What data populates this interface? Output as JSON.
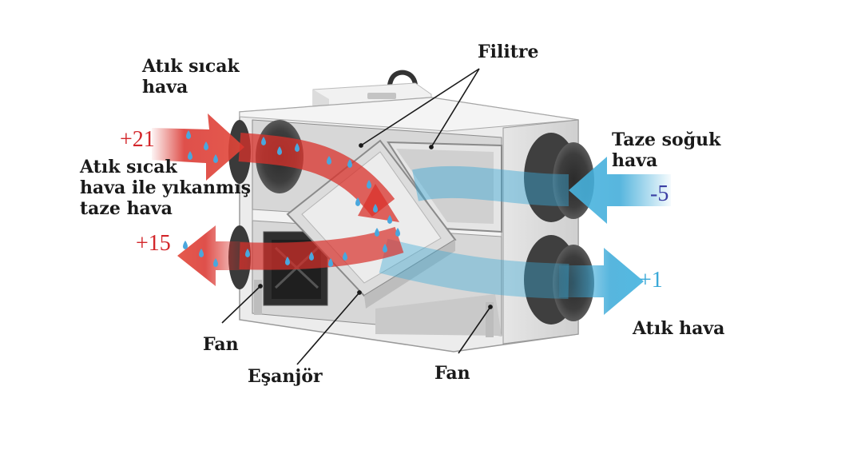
{
  "labels": {
    "waste_warm_air": [
      "Atık  sıcak",
      "hava"
    ],
    "washed_fresh_air": [
      "Atık sıcak",
      "hava ile yıkanmış",
      "taze hava"
    ],
    "filter": "Filitre",
    "fresh_cold_air": [
      "Taze soğuk",
      "hava"
    ],
    "exhaust_air": "Atık hava",
    "fan_left": "Fan",
    "exchanger": "Eşanjör",
    "fan_right": "Fan"
  },
  "temperatures": {
    "warm_in": "+21",
    "warm_out": "+15",
    "cold_in": "-5",
    "cold_out": "+1"
  },
  "colors": {
    "warm": "#d9312b",
    "cold": "#3aa9d8",
    "cold_text": "#3b3fa4",
    "warm_text": "#d3262a"
  }
}
